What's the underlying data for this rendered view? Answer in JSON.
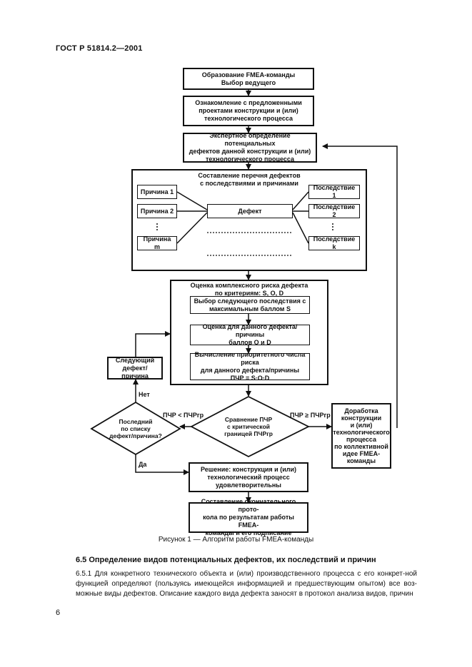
{
  "header": {
    "doc_id": "ГОСТ Р 51814.2—2001"
  },
  "flow": {
    "b1": "Образование FMEA-команды\nВыбор ведущего",
    "b2": "Ознакомление с предложенными\nпроектами конструкции и (или)\nтехнологического процесса",
    "b3": "Экспертное определение потенциальных\nдефектов данной конструкции и (или)\nтехнологического процесса",
    "defects_list_title": "Составление перечня дефектов\nс последствиями и причинами",
    "cause1": "Причина 1",
    "cause2": "Причина 2",
    "causem": "Причина m",
    "defect": "Дефект",
    "cons1": "Последствие 1",
    "cons2": "Последствие 2",
    "consk": "Последствие k",
    "risk_title": "Оценка комплексного риска дефекта\nпо критериям: S, O, D",
    "r1": "Выбор следующего последствия с\nмаксимальным баллом S",
    "r2": "Оценка для данного дефекта/причины\nбаллов O и D",
    "r3": "Вычисление приоритетного числа риска\nдля данного дефекта/причины\nПЧР = S·O·D",
    "next": "Следующий\nдефект/причина",
    "left_diamond": "Последний\nпо списку\nдефект/причина?",
    "center_diamond": "Сравнение ПЧР\nс критической\nграницей ПЧРгр",
    "lt": "ПЧР < ПЧРгр",
    "ge": "ПЧР ≥ ПЧРгр",
    "net": "Нет",
    "da": "Да",
    "rework": "Доработка\nконструкции\nи (или)\nтехнологического\nпроцесса\nпо коллективной\nидее FMEA-\nкоманды",
    "decision": "Решение: конструкция и (или)\nтехнологический процесс\nудовлетворительны",
    "final": "Составление окончательного прото-\nкола по результатам работы FMEA-\nкоманды и его подписание"
  },
  "caption": "Рисунок 1 — Алгоритм работы FMEA-команды",
  "section_title": "6.5 Определение видов потенциальных дефектов, их последствий и причин",
  "paragraph": "6.5.1 Для конкретного технического объекта и (или) производственного процесса с его конкрет-ной функцией определяют (пользуясь имеющейся информацией и предшествующим опытом) все воз-можные виды дефектов. Описание каждого вида дефекта заносят в протокол анализа видов, причин",
  "page_number": "6"
}
